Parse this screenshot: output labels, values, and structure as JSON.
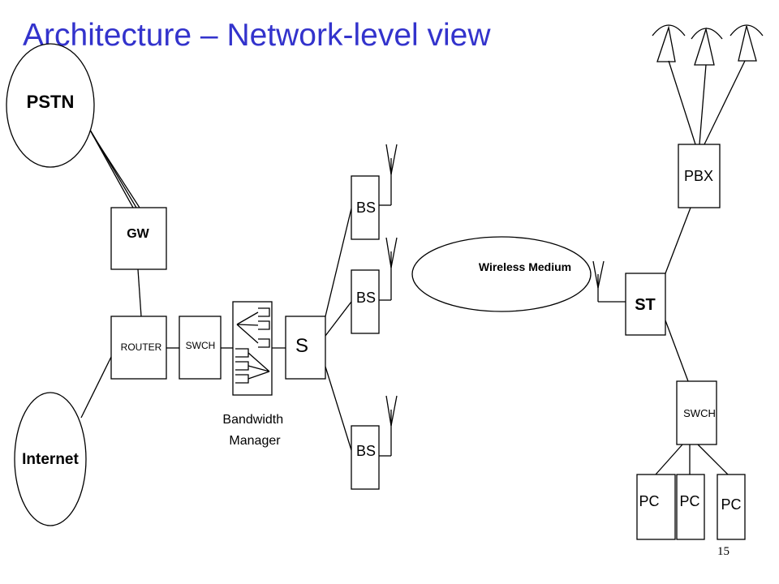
{
  "title": "Architecture – Network-level view",
  "page_number": "15",
  "nodes": {
    "pstn": "PSTN",
    "internet": "Internet",
    "gw": "GW",
    "router": "ROUTER",
    "swch_left": "SWCH",
    "bandwidth_manager": "Bandwidth\nManager",
    "switch": "S",
    "bs_top": "BS",
    "bs_middle": "BS",
    "bs_bottom": "BS",
    "wireless_medium": "Wireless Medium",
    "st": "ST",
    "pbx": "PBX",
    "swch_right": "SWCH",
    "pc1": "PC",
    "pc2": "PC",
    "pc3": "PC"
  }
}
